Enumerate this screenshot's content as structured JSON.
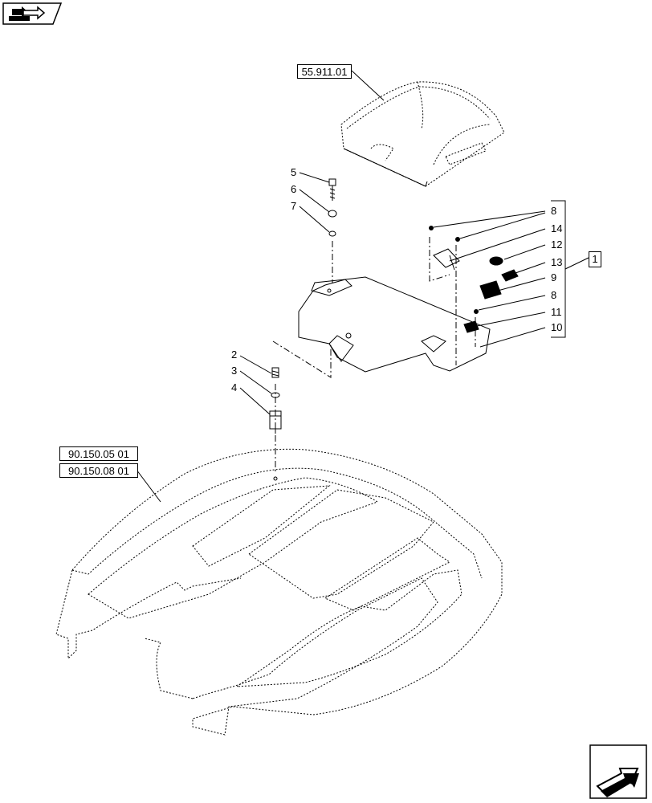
{
  "navigation": {
    "book_icon": "book-arrow-icon",
    "next_icon": "next-page-arrow-icon"
  },
  "references": {
    "top_cover": "55.911.01",
    "frame_1": "90.150.05 01",
    "frame_2": "90.150.08 01"
  },
  "kit_label": "1",
  "callouts": {
    "c5": "5",
    "c6": "6",
    "c7": "7",
    "c2": "2",
    "c3": "3",
    "c4": "4",
    "c8a": "8",
    "c14": "14",
    "c12": "12",
    "c13": "13",
    "c9": "9",
    "c8b": "8",
    "c11": "11",
    "c10": "10"
  },
  "colors": {
    "line": "#000000",
    "background": "#ffffff"
  }
}
